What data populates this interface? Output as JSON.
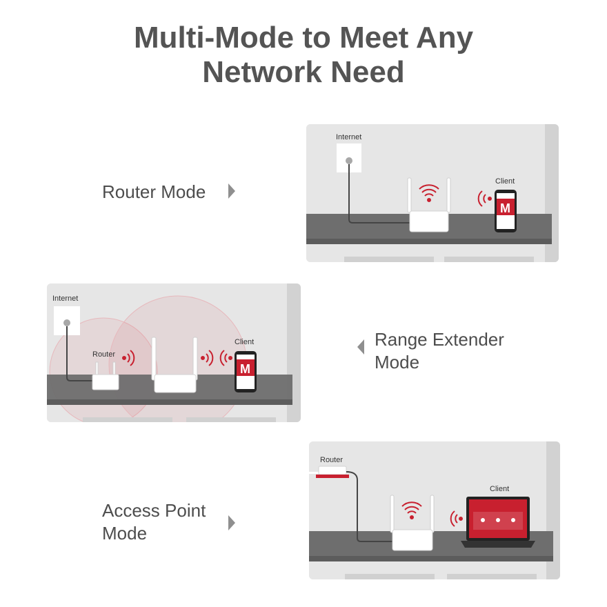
{
  "title": {
    "line1": "Multi-Mode to Meet Any",
    "line2": "Network Need"
  },
  "modes": [
    {
      "label_lines": [
        "Router Mode"
      ],
      "labels": {
        "internet": "Internet",
        "client": "Client"
      }
    },
    {
      "label_lines": [
        "Range Extender",
        "Mode"
      ],
      "labels": {
        "internet": "Internet",
        "router": "Router",
        "client": "Client"
      }
    },
    {
      "label_lines": [
        "Access Point",
        "Mode"
      ],
      "labels": {
        "router": "Router",
        "client": "Client"
      }
    }
  ],
  "colors": {
    "accent": "#c8202f",
    "counter": "#6e6e6e",
    "wall": "#e4e4e4",
    "title": "#545454"
  },
  "icons": [
    "wifi-signal-icon",
    "phone-icon",
    "laptop-icon",
    "wall-socket-icon",
    "router-icon",
    "chevron-icon"
  ]
}
